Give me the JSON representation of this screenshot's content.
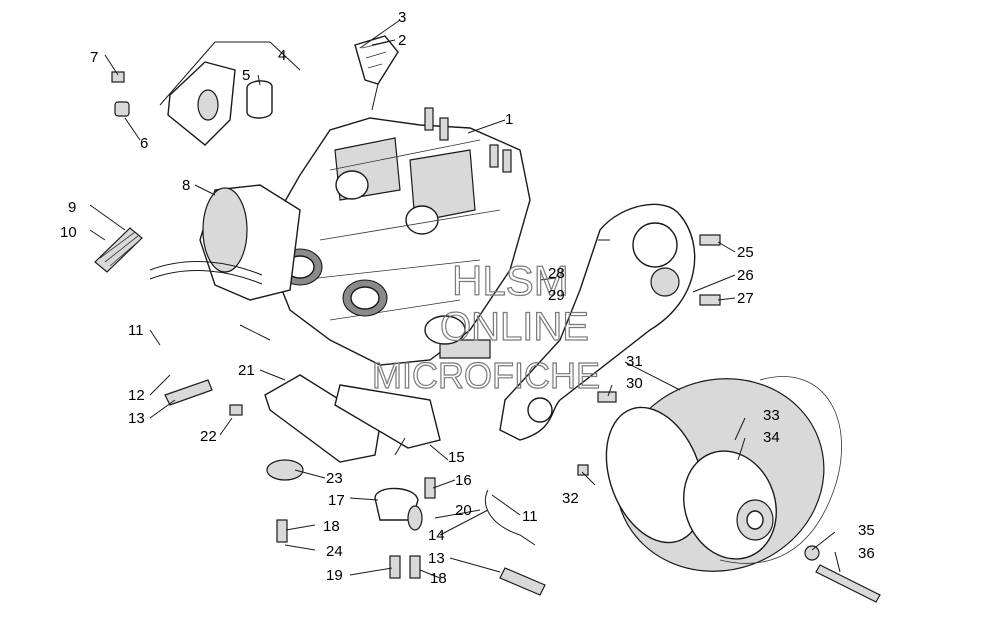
{
  "watermark": {
    "line1": "HLSM",
    "line2": "ONLINE",
    "line3": "MICROFICHE"
  },
  "callouts": [
    "1",
    "2",
    "3",
    "4",
    "5",
    "6",
    "7",
    "8",
    "9",
    "10",
    "11",
    "11",
    "12",
    "13",
    "13",
    "14",
    "15",
    "16",
    "17",
    "18",
    "18",
    "19",
    "20",
    "21",
    "22",
    "23",
    "24",
    "25",
    "26",
    "27",
    "28",
    "29",
    "30",
    "31",
    "32",
    "33",
    "34",
    "35",
    "36"
  ],
  "colors": {
    "line": "#1a1a1a",
    "fill": "#ffffff",
    "shade": "#d9d9d9",
    "watermark": "#7a7a7a"
  }
}
